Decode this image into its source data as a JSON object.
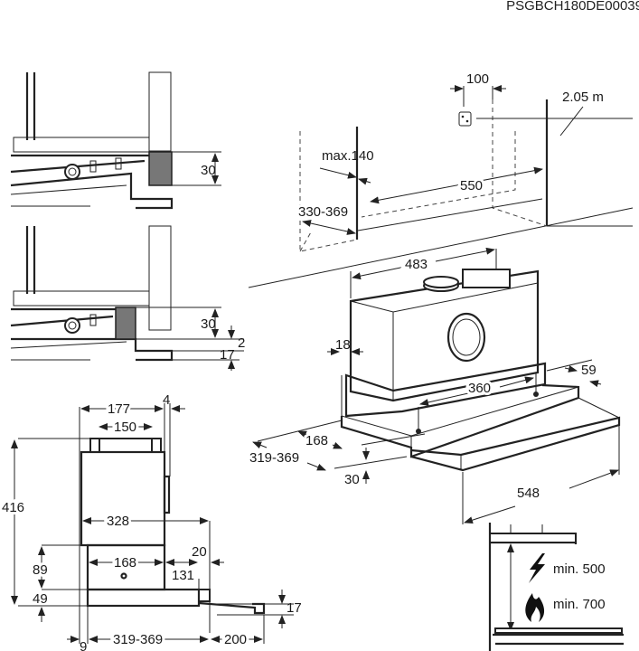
{
  "document_code": "PSGBCH180DE00039",
  "panel_top_left": {
    "dim_height": "30"
  },
  "panel_mid_left": {
    "dim_height": "30",
    "dim_gap": "2",
    "dim_bottom": "17"
  },
  "side_view": {
    "width_total": "177",
    "offset_right": "4",
    "duct_width": "150",
    "height_total": "416",
    "body_depth": "328",
    "lower_height": "89",
    "bottom_height": "49",
    "inner_width": "168",
    "front_offset": "131",
    "front_gap": "20",
    "panel_thickness": "17",
    "left_offset": "9",
    "depth_range": "319-369",
    "extension": "200"
  },
  "installation_view": {
    "spacing": "100",
    "socket_height": "2.05 m",
    "max_depth": "max.140",
    "cabinet_width": "550",
    "cabinet_depth": "330-369"
  },
  "hood_view": {
    "width_top": "483",
    "side_gap": "18",
    "hole_spacing": "360",
    "hole_offset": "59",
    "depth_inner": "168",
    "depth_range": "319-369",
    "front_height": "30",
    "panel_width": "548"
  },
  "clearance": {
    "electric": "min. 500",
    "gas": "min. 700"
  }
}
